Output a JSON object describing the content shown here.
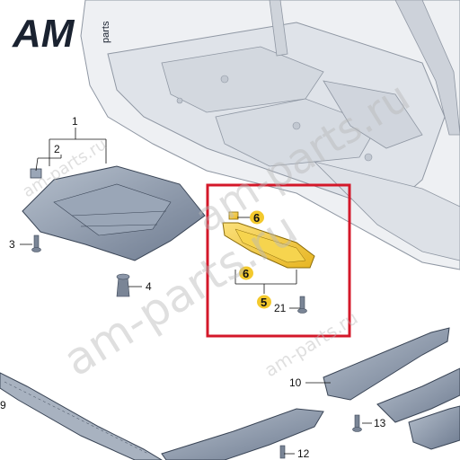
{
  "logo": {
    "main": "AM",
    "sub": "parts"
  },
  "watermarks": [
    "am-parts.ru",
    "am-parts.ru",
    "am-parts.ru",
    "am-parts.ru"
  ],
  "callouts": {
    "c1": "1",
    "c2": "2",
    "c3": "3",
    "c4": "4",
    "c5": "5",
    "c6a": "6",
    "c6b": "6",
    "c9": "9",
    "c10": "10",
    "c12": "12",
    "c13": "13",
    "c21": "21"
  },
  "colors": {
    "highlight_frame": "#d4182a",
    "highlight_part": "#f3c92d",
    "part_fill": "#8b98ab",
    "body_fill": "#e6e9ee"
  }
}
